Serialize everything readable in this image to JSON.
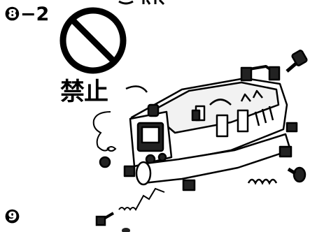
{
  "instructions": {
    "step_8_2": "❽−2",
    "step_9": "❾",
    "prohibition_label": "禁止"
  },
  "icons": {
    "prohibition": "prohibition-icon",
    "compressor": "compressor-illustration"
  },
  "colors": {
    "ink": "#000000",
    "paper": "#ffffff"
  }
}
